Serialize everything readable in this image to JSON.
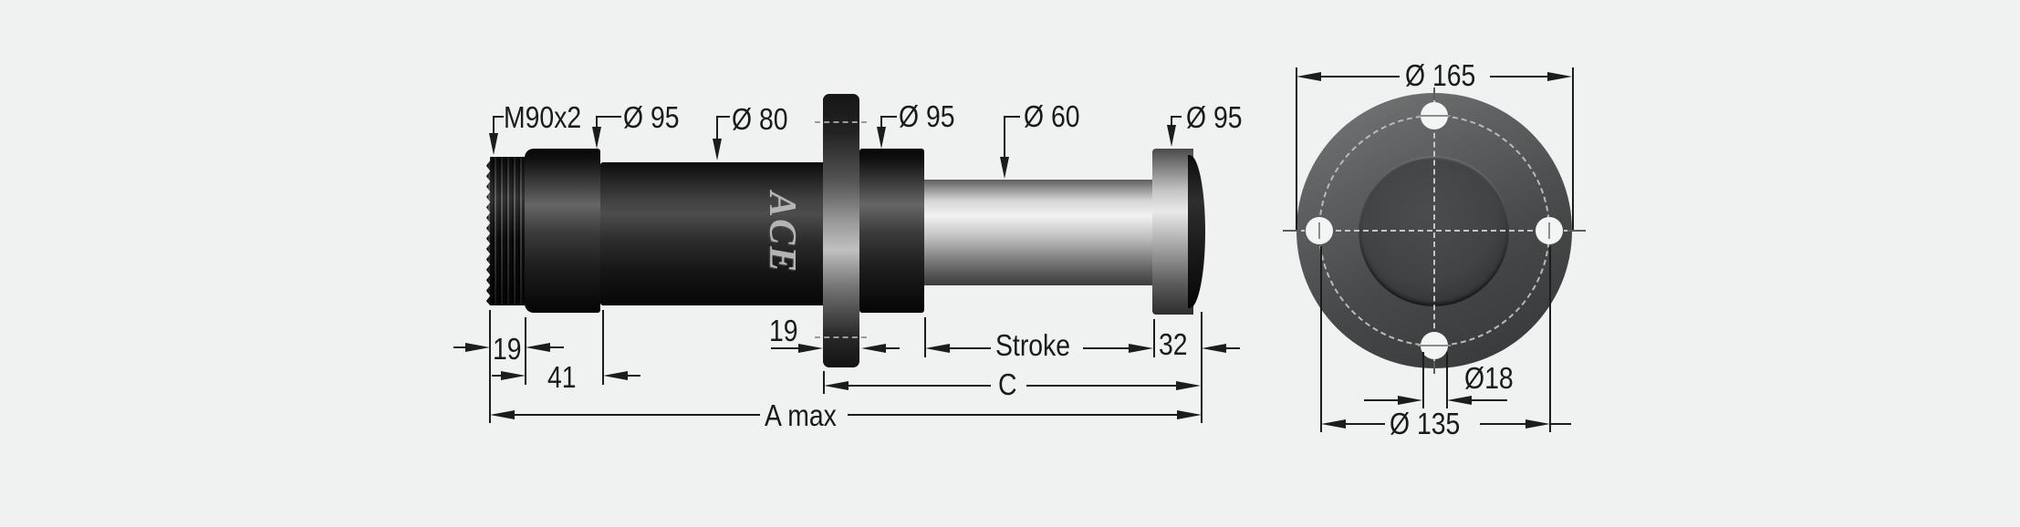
{
  "background": "#f0f1f1",
  "line_color": "#1c1c1c",
  "brand_logo": "ACE",
  "side_view": {
    "labels": {
      "thread": "M90x2",
      "collar_front": "Ø 95",
      "body": "Ø 80",
      "collar_rear": "Ø 95",
      "rod": "Ø 60",
      "end_cap": "Ø 95"
    },
    "dimensions": {
      "thread_length": "19",
      "front_section_length": "41",
      "flange_thickness": "19",
      "stroke": "Stroke",
      "end_cap_length": "32",
      "length_c": "C",
      "length_a_max": "A max"
    }
  },
  "front_view": {
    "dimensions": {
      "flange_outer_diameter": "Ø 165",
      "bolt_hole_diameter": "Ø18",
      "bolt_circle_diameter": "Ø 135"
    }
  }
}
